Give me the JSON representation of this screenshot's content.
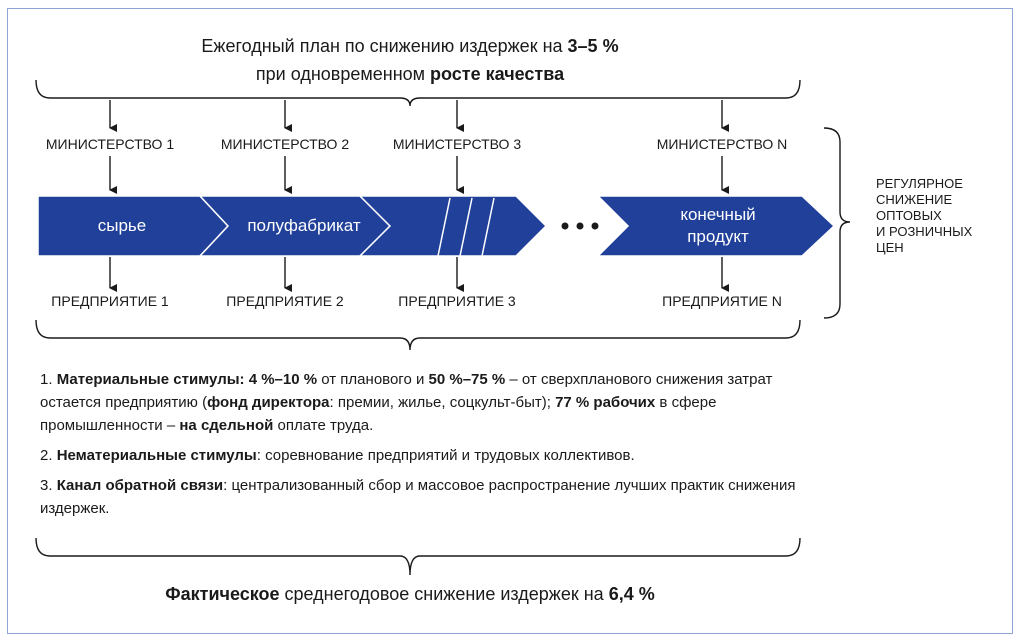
{
  "header": {
    "line1": "Ежегодный план по снижению издержек на ",
    "line1_bold": "3–5 %",
    "line2": "при одновременном ",
    "line2_bold": "росте качества"
  },
  "ministries": [
    "МИНИСТЕРСТВО 1",
    "МИНИСТЕРСТВО 2",
    "МИНИСТЕРСТВО 3",
    "МИНИСТЕРСТВО N"
  ],
  "enterprises": [
    "ПРЕДПРИЯТИЕ 1",
    "ПРЕДПРИЯТИЕ 2",
    "ПРЕДПРИЯТИЕ 3",
    "ПРЕДПРИЯТИЕ N"
  ],
  "chain": {
    "seg1": "сырье",
    "seg2": "полуфабрикат",
    "seg4_line1": "конечный",
    "seg4_line2": "продукт",
    "ellipsis": "• • •"
  },
  "result_side": [
    "РЕГУЛЯРНОЕ",
    "СНИЖЕНИЕ",
    "ОПТОВЫХ",
    "И РОЗНИЧНЫХ",
    "ЦЕН"
  ],
  "stimuli": {
    "p1": [
      "1. ",
      "Материальные стимулы: 4 %–10 %",
      " от планового и ",
      "50 %–75 %",
      " – от сверхпланового снижения затрат остается предприятию (",
      "фонд директора",
      ": премии, жилье, соцкульт-быт); ",
      "77 % рабочих",
      " в сфере промышленности – ",
      "на сдельной",
      " оплате труда."
    ],
    "p2": [
      "2. ",
      "Нематериальные стимулы",
      ": соревнование предприятий и трудовых коллективов."
    ],
    "p3": [
      "3. ",
      "Канал обратной связи",
      ": централизованный сбор и массовое распространение лучших практик снижения издержек."
    ]
  },
  "footer": {
    "bold": "Фактическое",
    "rest": " среднегодовое снижение издержек на ",
    "value": "6,4 %"
  },
  "colors": {
    "chevron": "#21409a",
    "frame": "#8fa3d6"
  }
}
